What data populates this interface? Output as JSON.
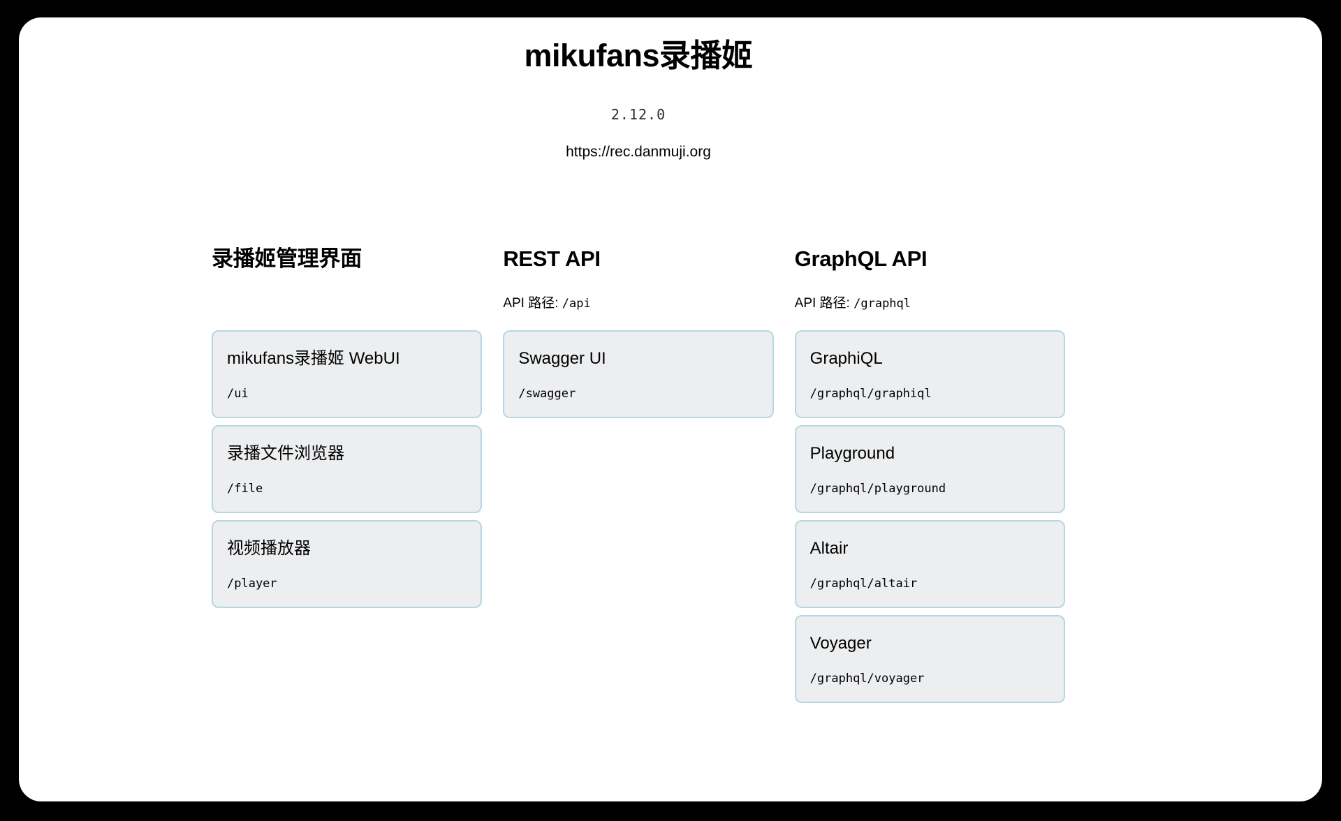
{
  "page": {
    "title": "mikufans录播姬",
    "version": "2.12.0",
    "homepage": "https://rec.danmuji.org"
  },
  "columns": [
    {
      "heading": "录播姬管理界面",
      "api_path_label": "",
      "api_path_value": "",
      "cards": [
        {
          "title": "mikufans录播姬 WebUI",
          "path": "/ui"
        },
        {
          "title": "录播文件浏览器",
          "path": "/file"
        },
        {
          "title": "视频播放器",
          "path": "/player"
        }
      ]
    },
    {
      "heading": "REST API",
      "api_path_label": "API 路径:",
      "api_path_value": "/api",
      "cards": [
        {
          "title": "Swagger UI",
          "path": "/swagger"
        }
      ]
    },
    {
      "heading": "GraphQL API",
      "api_path_label": "API 路径:",
      "api_path_value": "/graphql",
      "cards": [
        {
          "title": "GraphiQL",
          "path": "/graphql/graphiql"
        },
        {
          "title": "Playground",
          "path": "/graphql/playground"
        },
        {
          "title": "Altair",
          "path": "/graphql/altair"
        },
        {
          "title": "Voyager",
          "path": "/graphql/voyager"
        }
      ]
    }
  ],
  "colors": {
    "outer_background": "#000000",
    "page_background": "#ffffff",
    "card_background": "#edeef0",
    "card_border": "#b5d7e2",
    "text": "#000000"
  }
}
